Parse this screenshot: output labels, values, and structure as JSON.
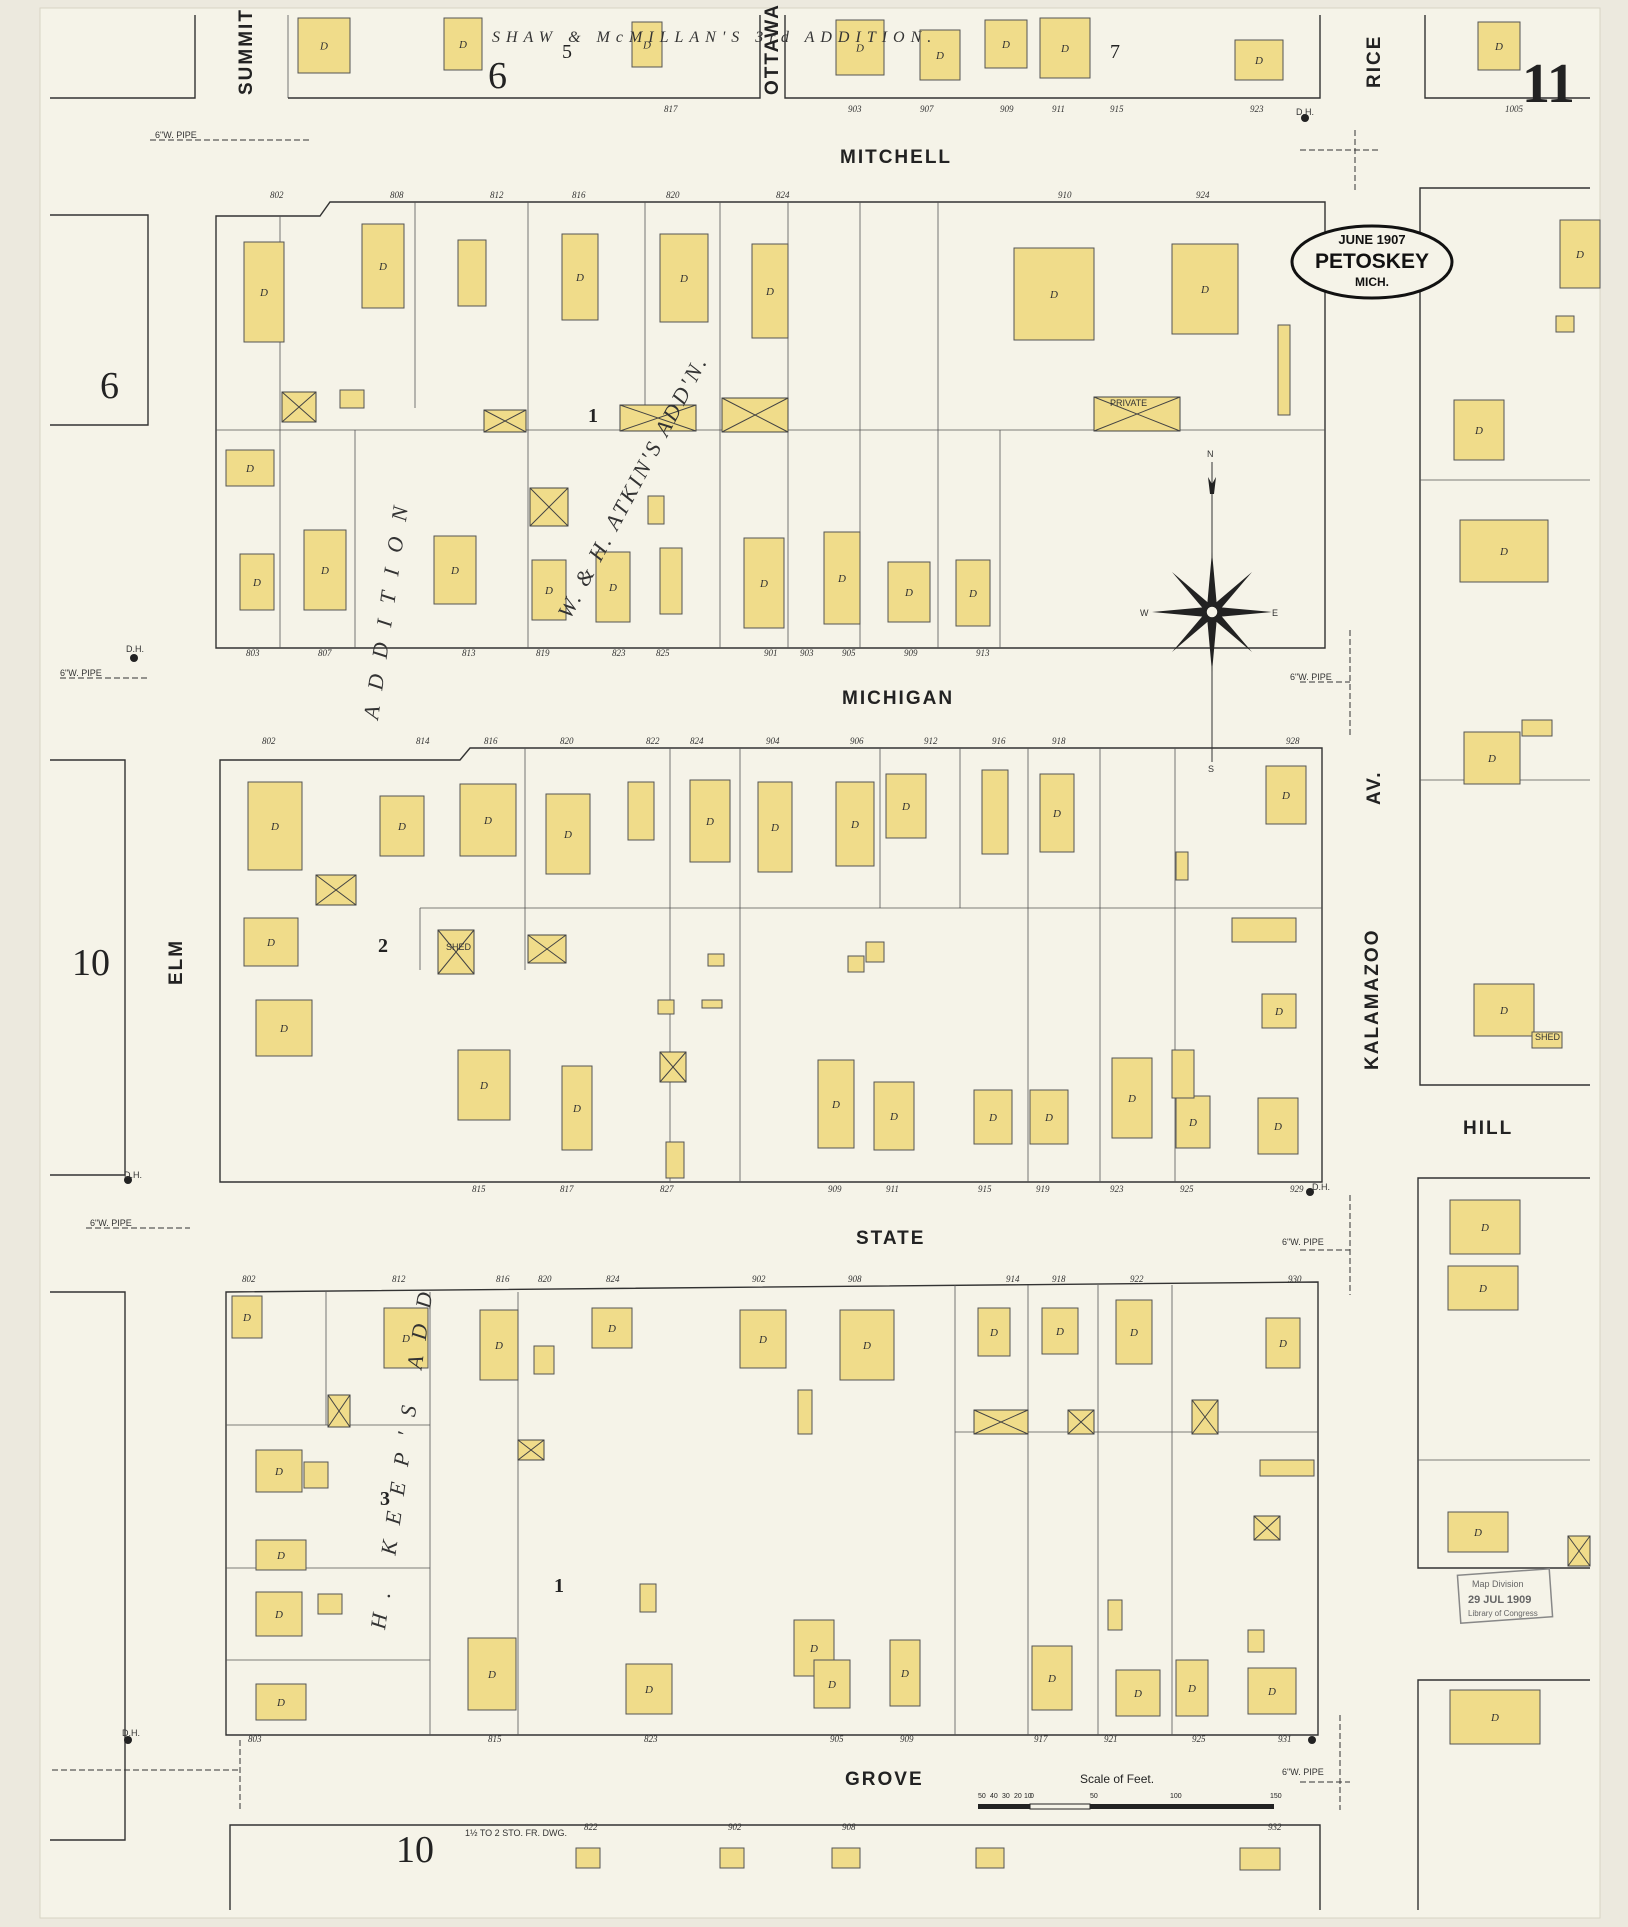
{
  "sheet_number": "11",
  "title_badge": {
    "date": "JUNE 1907",
    "city": "PETOSKEY",
    "state": "MICH."
  },
  "streets": {
    "mitchell": "MITCHELL",
    "michigan": "MICHIGAN",
    "state": "STATE",
    "grove": "GROVE",
    "hill": "HILL",
    "elm": "ELM",
    "kalamazoo": "KALAMAZOO",
    "av": "AV.",
    "summit": "SUMMIT",
    "ottawa": "OTTAWA",
    "rice": "RICE"
  },
  "adjacent_sheets": {
    "left_top": "6",
    "left_mid": "10",
    "top_center": "6",
    "bottom_center": "10"
  },
  "additions": {
    "top": "SHAW & McMILLAN'S 3rd ADDITION.",
    "atkins": "W. & H. ATKIN'S ADD'N.",
    "addition_vertical": "ADDITION",
    "keeps": "H. KEEP'S ADD"
  },
  "block_numbers": [
    "5",
    "7",
    "1",
    "2",
    "3",
    "1"
  ],
  "scale": {
    "label": "Scale of Feet.",
    "ticks": [
      "50",
      "40",
      "30",
      "20",
      "10",
      "0",
      "50",
      "100",
      "150"
    ]
  },
  "stamp": {
    "line1": "Map Division",
    "line2": "29 JUL 1909",
    "line3": "Library of Congress"
  },
  "compass": {
    "n": "N",
    "s": "S",
    "e": "E",
    "w": "W"
  },
  "addresses": {
    "mitchell_north": [
      "817",
      "903",
      "907",
      "909",
      "911",
      "915",
      "923",
      "1005"
    ],
    "mitchell_south": [
      "802",
      "808",
      "812",
      "816",
      "820",
      "824",
      "910",
      "924"
    ],
    "michigan_north": [
      "803",
      "807",
      "813",
      "819",
      "823",
      "825",
      "901",
      "903",
      "905",
      "909",
      "913"
    ],
    "michigan_south": [
      "802",
      "814",
      "816",
      "820",
      "822",
      "824",
      "904",
      "906",
      "912",
      "916",
      "918",
      "928"
    ],
    "state_north": [
      "815",
      "817",
      "827",
      "909",
      "911",
      "915",
      "919",
      "923",
      "925",
      "929"
    ],
    "state_south": [
      "802",
      "812",
      "816",
      "820",
      "824",
      "902",
      "908",
      "914",
      "918",
      "922",
      "930"
    ],
    "grove_north": [
      "803",
      "815",
      "823",
      "905",
      "909",
      "917",
      "921",
      "925",
      "931"
    ],
    "grove_south": [
      "822",
      "902",
      "908",
      "932"
    ]
  },
  "labels": {
    "dwelling": "D",
    "private": "PRIVATE",
    "shed": "SHED",
    "dh": "D.H.",
    "pipe": "6\"W. PIPE",
    "story_note": "1½ TO 2 STO. FR. DWG."
  }
}
